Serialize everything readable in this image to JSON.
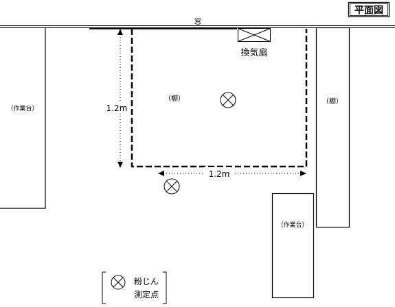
{
  "title": "平面図",
  "labels": {
    "window": "窓",
    "fan": "換気扇",
    "shelf_inner": "（棚）",
    "shelf_right": "（棚）",
    "workbench_left": "（作業台）",
    "workbench_right": "（作業台）",
    "dim_vertical": "1.2m",
    "dim_horizontal": "1.2m"
  },
  "legend": {
    "line1": "粉じん",
    "line2": "測定点"
  },
  "symbols": {
    "measurement_point": "circle-with-x",
    "ventilation_fan": "box-with-x"
  },
  "measurement_points": 2
}
